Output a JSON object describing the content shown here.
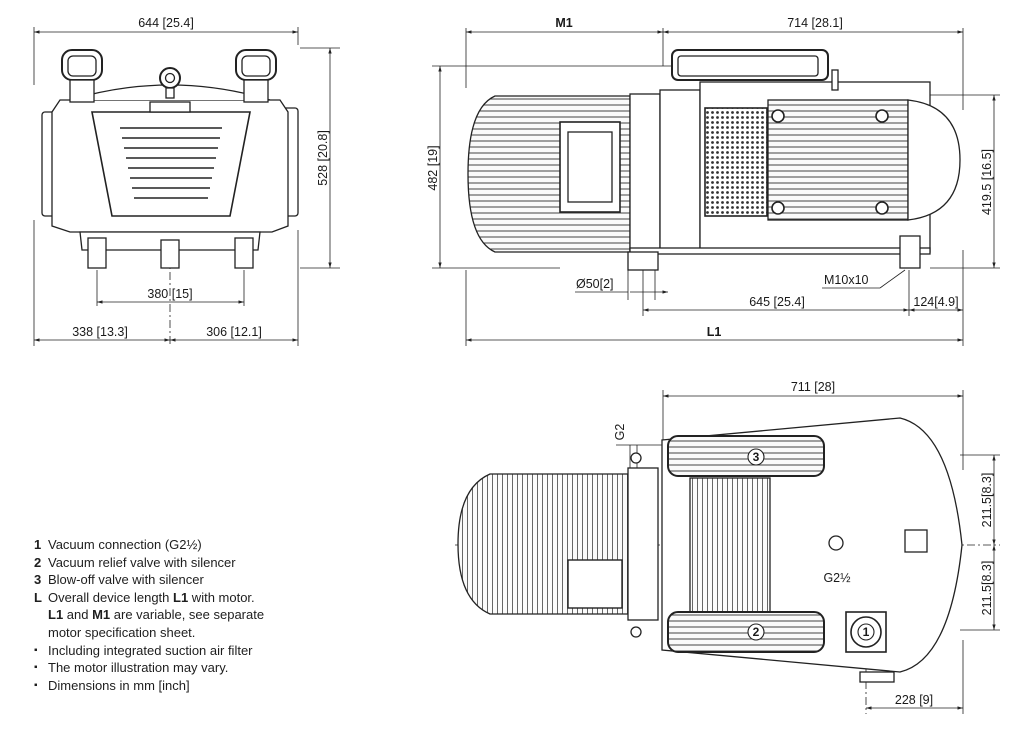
{
  "dimensions": {
    "front_width": "644 [25.4]",
    "front_height": "528 [20.8]",
    "feet_spacing": "380 [15]",
    "left_to_center": "338 [13.3]",
    "center_to_right": "306 [12.1]",
    "side_m1": "M1",
    "side_714": "714 [28.1]",
    "side_482": "482 [19]",
    "side_4195": "419.5 [16.5]",
    "shaft_dia": "Ø50[2]",
    "thread": "M10x10",
    "side_645": "645 [25.4]",
    "side_124": "124[4.9]",
    "side_l1": "L1",
    "top_711": "711 [28]",
    "top_g2": "G2",
    "top_g2half": "G2½",
    "top_2115_upper": "211.5[8.3]",
    "top_2115_lower": "211.5[8.3]",
    "top_228": "228 [9]"
  },
  "callouts": {
    "c1": "1",
    "c2": "2",
    "c3": "3"
  },
  "legend": {
    "items": [
      {
        "key": "1",
        "text": "Vacuum connection (G2½)"
      },
      {
        "key": "2",
        "text": "Vacuum relief valve with silencer"
      },
      {
        "key": "3",
        "text": "Blow-off valve with silencer"
      },
      {
        "key": "L",
        "text_a": "Overall device length ",
        "bold_a": "L1",
        "text_b": " with motor."
      },
      {
        "key": "",
        "bold_a": "L1",
        "text_a": " and ",
        "bold_b": "M1",
        "text_b": " are variable, see separate"
      },
      {
        "key": "",
        "text": "motor specification sheet."
      },
      {
        "key": "▪",
        "text": "Including integrated suction air filter"
      },
      {
        "key": "▪",
        "text": "The motor illustration may vary."
      },
      {
        "key": "▪",
        "text": "Dimensions in mm [inch]"
      }
    ]
  }
}
